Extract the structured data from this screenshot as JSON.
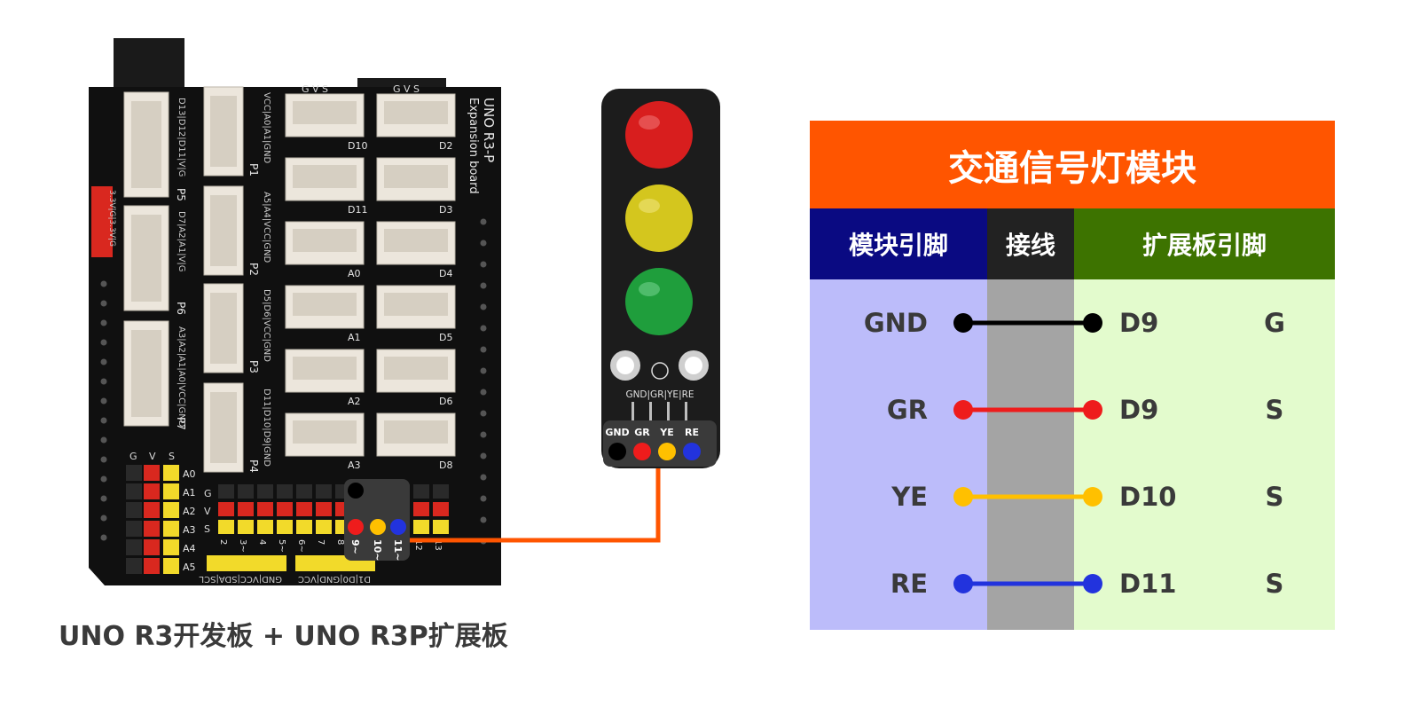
{
  "caption": "UNO R3开发板 + UNO R3P扩展板",
  "board": {
    "title_line1": "UNO R3-P",
    "title_line2": "Expansion board",
    "ports_left": [
      "P5",
      "P6",
      "P7"
    ],
    "ports_mid": [
      "P1",
      "P2",
      "P3",
      "P4"
    ],
    "port_pin_labels_left": [
      "D13|D12|D11|V|G",
      "D7|A2|A1|V|G",
      "A3|A2|A1|A0|VCC|GND"
    ],
    "port_pin_labels_mid": [
      "VCC|A0|A1|GND",
      "A5|A4|VCC|GND",
      "D5|D6|VCC|GND",
      "D11|D10|D9|GND"
    ],
    "connector_labels": [
      [
        "D10",
        "D2"
      ],
      [
        "D11",
        "D3"
      ],
      [
        "A0",
        "D4"
      ],
      [
        "A1",
        "D5"
      ],
      [
        "A2",
        "D6"
      ],
      [
        "A3",
        "D8"
      ]
    ],
    "gvs_header": "G V S",
    "side_header_label": "3.3V|G|3.3V|G",
    "analog_labels": [
      "A0",
      "A1",
      "A2",
      "A3",
      "A4",
      "A5"
    ],
    "analog_header": [
      "G",
      "V",
      "S"
    ],
    "digital_labels": [
      "2",
      "3~",
      "4",
      "5~",
      "6~",
      "7",
      "8",
      "9~",
      "10~",
      "11~",
      "12",
      "13"
    ],
    "digital_side_labels": [
      "G",
      "V",
      "S"
    ],
    "bottom_labels_1": "GND|VCC|SDA|SCL",
    "bottom_labels_2": "D1|D0|GND|VCC",
    "callout_pins": [
      "9~",
      "10~",
      "11~"
    ]
  },
  "module": {
    "pin_labels": "GND|GR|YE|RE",
    "connector_pins": [
      "GND",
      "GR",
      "YE",
      "RE"
    ],
    "led_colors": [
      "#d81e1e",
      "#d4c61e",
      "#1f9e3c"
    ]
  },
  "table": {
    "title": "交通信号灯模块",
    "headers": [
      "模块引脚",
      "接线",
      "扩展板引脚"
    ],
    "rows": [
      {
        "module_pin": "GND",
        "board_pin": "D9",
        "signal": "G",
        "wire_color": "#000000"
      },
      {
        "module_pin": "GR",
        "board_pin": "D9",
        "signal": "S",
        "wire_color": "#ee1c1c"
      },
      {
        "module_pin": "YE",
        "board_pin": "D10",
        "signal": "S",
        "wire_color": "#ffc000"
      },
      {
        "module_pin": "RE",
        "board_pin": "D11",
        "signal": "S",
        "wire_color": "#2233dd"
      }
    ]
  },
  "colors": {
    "title_bg": "#ff5500",
    "header_module_bg": "#0a0a82",
    "header_wire_bg": "#222222",
    "header_board_bg": "#3d7300",
    "col_module_bg": "#bcbcfa",
    "col_wire_bg": "#a4a4a4",
    "col_board_bg": "#e3fbcd",
    "cable": "#ff5500"
  }
}
